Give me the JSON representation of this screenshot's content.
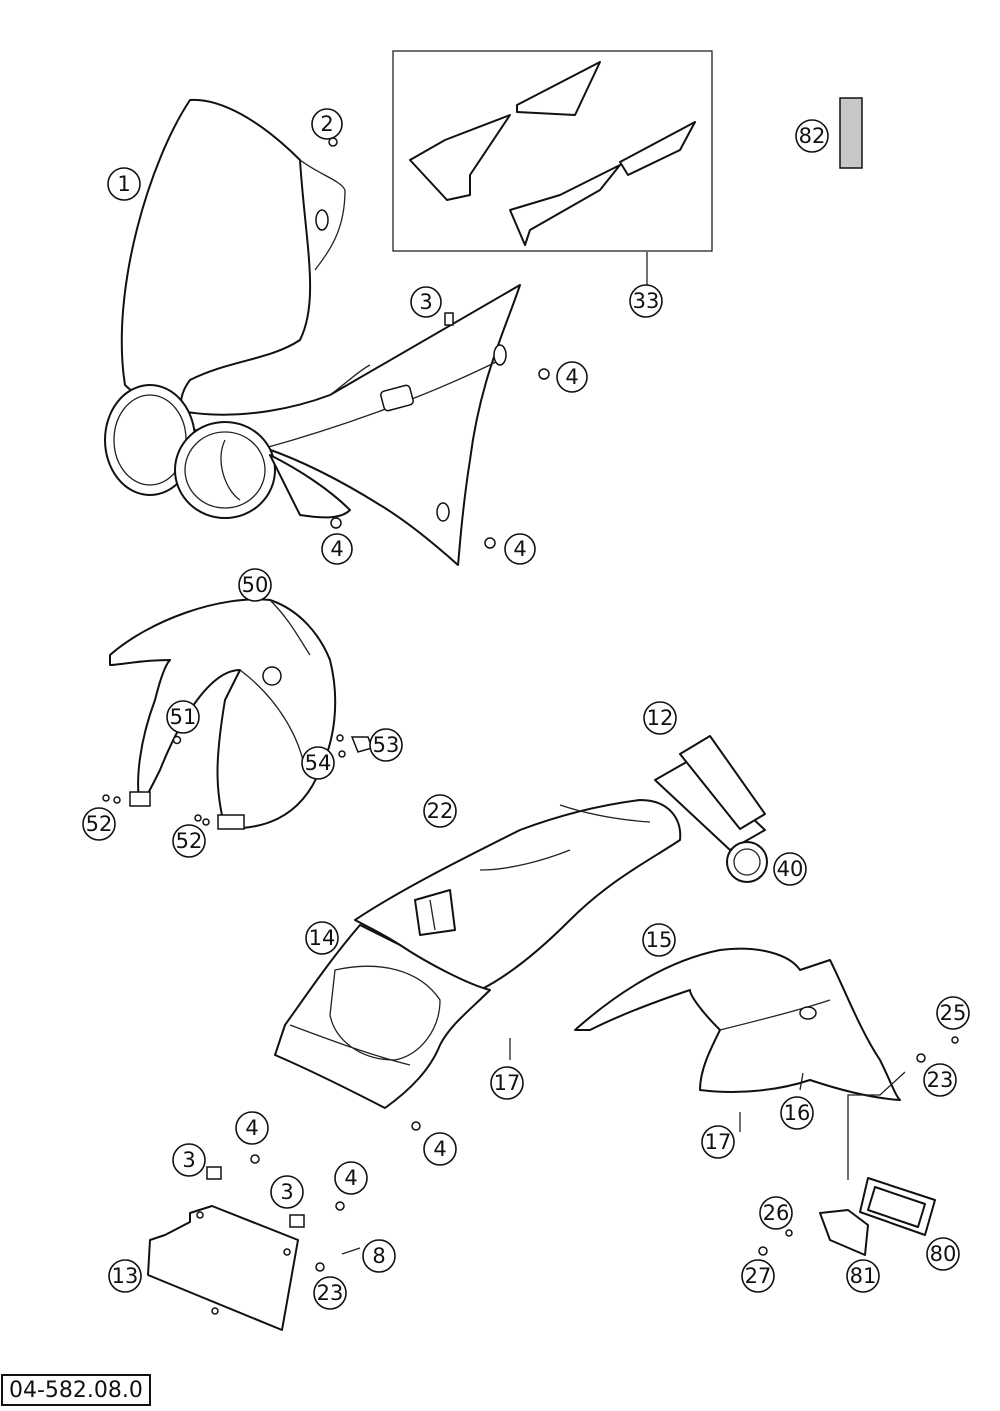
{
  "diagram": {
    "document_number": "04-582.08.0",
    "part_labels": [
      "1",
      "2",
      "3",
      "4",
      "4",
      "4",
      "33",
      "82",
      "50",
      "51",
      "52",
      "52",
      "53",
      "54",
      "12",
      "22",
      "40",
      "14",
      "15",
      "25",
      "23",
      "16",
      "17",
      "17",
      "4",
      "3",
      "4",
      "3",
      "4",
      "8",
      "23",
      "13",
      "26",
      "27",
      "81",
      "80"
    ]
  }
}
